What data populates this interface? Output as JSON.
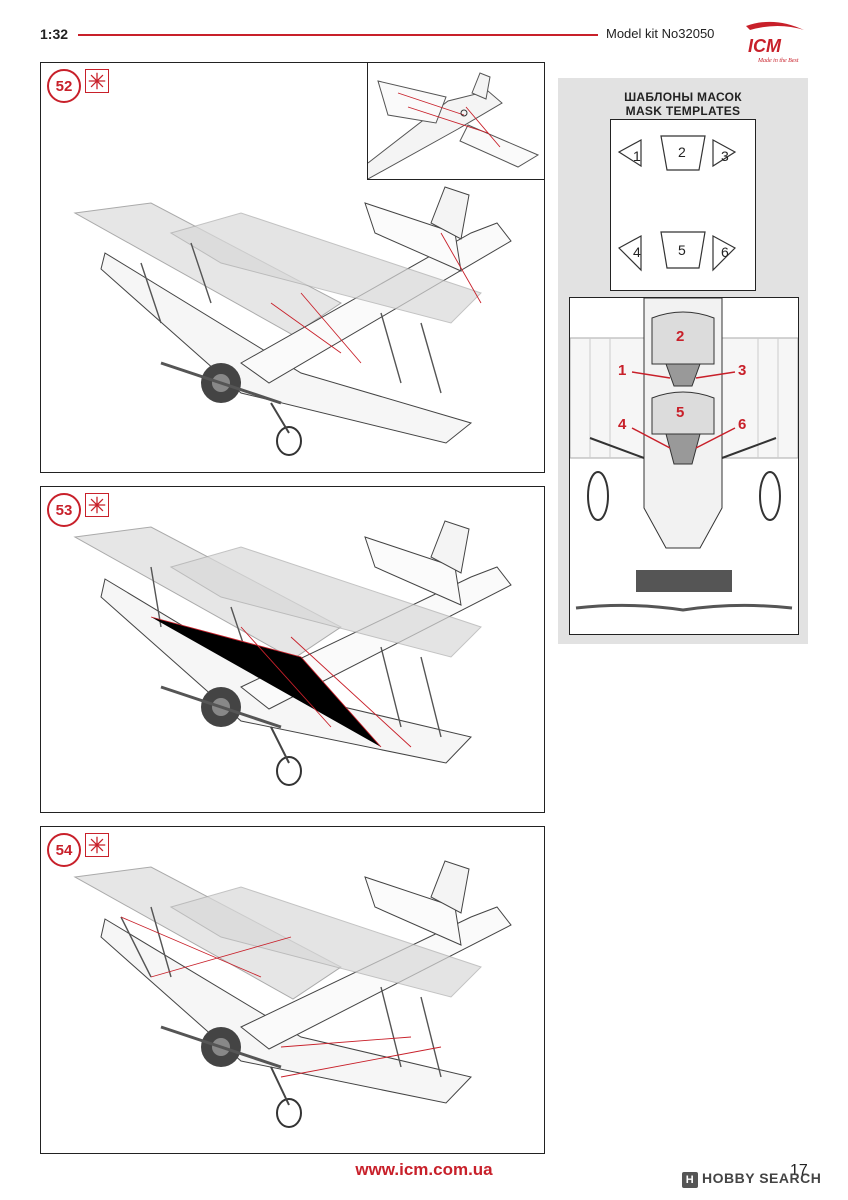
{
  "header": {
    "scale": "1:32",
    "kit": "Model kit No32050"
  },
  "logo": {
    "text": "ICM",
    "tagline": "Made in the Best"
  },
  "steps": [
    {
      "number": "52"
    },
    {
      "number": "53"
    },
    {
      "number": "54"
    }
  ],
  "masks": {
    "title_ru": "ШАБЛОНЫ МАСОК",
    "title_en": "MASK TEMPLATES",
    "templates": [
      "1",
      "2",
      "3",
      "4",
      "5",
      "6"
    ],
    "callouts": [
      "1",
      "2",
      "3",
      "4",
      "5",
      "6"
    ]
  },
  "footer": {
    "url": "www.icm.com.ua",
    "page": "17"
  },
  "watermark": {
    "text": "HOBBY SEARCH"
  },
  "colors": {
    "accent": "#c8202a",
    "panel_gray": "#e2e2e2"
  }
}
